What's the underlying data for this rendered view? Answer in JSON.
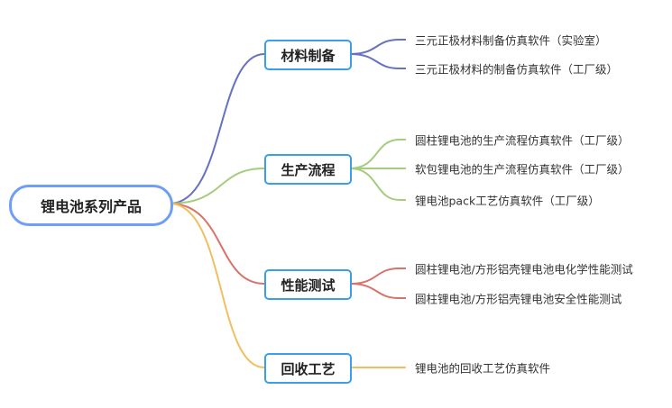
{
  "root": {
    "label": "锂电池系列产品"
  },
  "colors": {
    "materials": "#6670c4",
    "production": "#a6cc7e",
    "testing": "#d9736a",
    "recycling": "#f0c060",
    "box_border": "#3a9ee8",
    "root_border": "#6e9ef5"
  },
  "branches": [
    {
      "label": "材料制备",
      "leaves": [
        "三元正极材料制备仿真软件（实验室）",
        "三元正极材料的制备仿真软件（工厂级）"
      ]
    },
    {
      "label": "生产流程",
      "leaves": [
        "圆柱锂电池的生产流程仿真软件（工厂级）",
        "软包锂电池的生产流程仿真软件（工厂级）",
        "锂电池pack工艺仿真软件（工厂级）"
      ]
    },
    {
      "label": "性能测试",
      "leaves": [
        "圆柱锂电池/方形铝壳锂电池电化学性能测试",
        "圆柱锂电池/方形铝壳锂电池安全性能测试"
      ]
    },
    {
      "label": "回收工艺",
      "leaves": [
        "锂电池的回收工艺仿真软件"
      ]
    }
  ]
}
